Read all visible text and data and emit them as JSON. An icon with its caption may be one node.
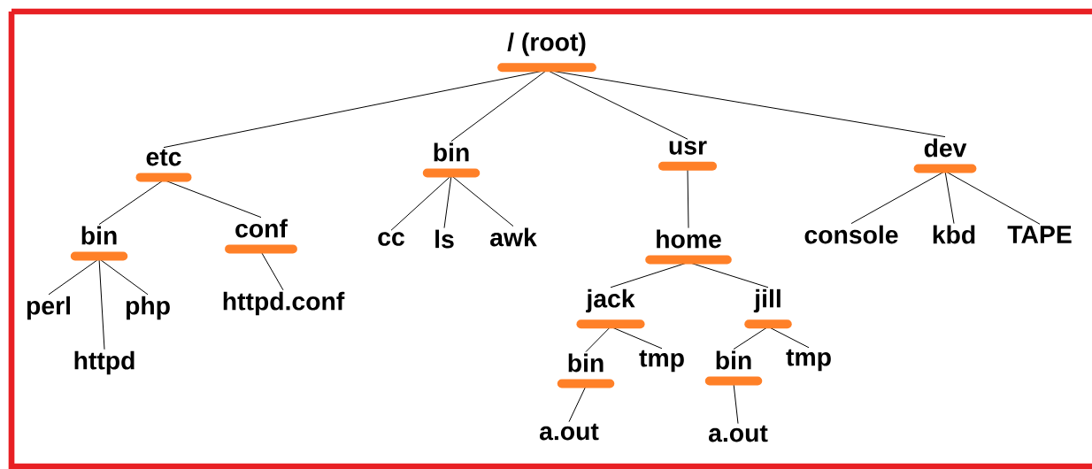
{
  "diagram": {
    "nodes": [
      {
        "text": [
          "/  (root)"
        ]
      },
      {
        "text": [
          "etc"
        ]
      },
      {
        "text": [
          "bin"
        ]
      },
      {
        "text": [
          "usr"
        ]
      },
      {
        "text": [
          "dev"
        ]
      },
      {
        "text": [
          "bin"
        ]
      },
      {
        "text": [
          "conf"
        ]
      },
      {
        "text": [
          "cc"
        ]
      },
      {
        "text": [
          "ls"
        ]
      },
      {
        "text": [
          "awk"
        ]
      },
      {
        "text": [
          "home"
        ]
      },
      {
        "text": [
          "console"
        ]
      },
      {
        "text": [
          "kbd"
        ]
      },
      {
        "text": [
          "TAPE"
        ]
      },
      {
        "text": [
          "perl"
        ]
      },
      {
        "text": [
          "php"
        ]
      },
      {
        "text": [
          "httpd.conf"
        ]
      },
      {
        "text": [
          "jack"
        ]
      },
      {
        "text": [
          "jill"
        ]
      },
      {
        "text": [
          "httpd"
        ]
      },
      {
        "text": [
          "bin"
        ]
      },
      {
        "text": [
          "tmp"
        ]
      },
      {
        "text": [
          "bin"
        ]
      },
      {
        "text": [
          "tmp"
        ]
      },
      {
        "text": [
          "a.out"
        ]
      },
      {
        "text": [
          "a.out"
        ]
      }
    ],
    "edges": [
      {
        "from": 0,
        "to": 1,
        "arrow": "none"
      },
      {
        "from": 0,
        "to": 2,
        "arrow": "none"
      },
      {
        "from": 0,
        "to": 3,
        "arrow": "none"
      },
      {
        "from": 0,
        "to": 4,
        "arrow": "none"
      },
      {
        "from": 1,
        "to": 5,
        "arrow": "none"
      },
      {
        "from": 1,
        "to": 6,
        "arrow": "none"
      },
      {
        "from": 5,
        "to": 14,
        "arrow": "none"
      },
      {
        "from": 5,
        "to": 19,
        "arrow": "none"
      },
      {
        "from": 5,
        "to": 15,
        "arrow": "none"
      },
      {
        "from": 6,
        "to": 16,
        "arrow": "none"
      },
      {
        "from": 2,
        "to": 7,
        "arrow": "none"
      },
      {
        "from": 2,
        "to": 8,
        "arrow": "none"
      },
      {
        "from": 2,
        "to": 9,
        "arrow": "none"
      },
      {
        "from": 3,
        "to": 10,
        "arrow": "none"
      },
      {
        "from": 10,
        "to": 17,
        "arrow": "none"
      },
      {
        "from": 10,
        "to": 18,
        "arrow": "none"
      },
      {
        "from": 17,
        "to": 20,
        "arrow": "none"
      },
      {
        "from": 17,
        "to": 21,
        "arrow": "none"
      },
      {
        "from": 20,
        "to": 24,
        "arrow": "none"
      },
      {
        "from": 18,
        "to": 22,
        "arrow": "none"
      },
      {
        "from": 18,
        "to": 23,
        "arrow": "none"
      },
      {
        "from": 22,
        "to": 25,
        "arrow": "none"
      },
      {
        "from": 4,
        "to": 11,
        "arrow": "none"
      },
      {
        "from": 4,
        "to": 12,
        "arrow": "none"
      },
      {
        "from": 4,
        "to": 13,
        "arrow": "none"
      }
    ]
  }
}
